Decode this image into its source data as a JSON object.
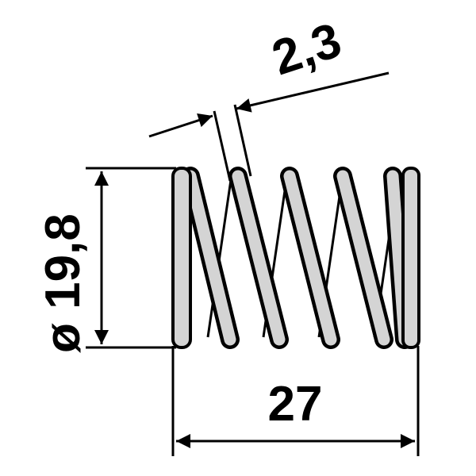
{
  "dimensions": {
    "wire_thickness": "2,3",
    "diameter": "ø 19,8",
    "length": "27"
  },
  "colors": {
    "line": "#000000",
    "wire_fill": "#d4d4d4",
    "background": "#ffffff"
  }
}
